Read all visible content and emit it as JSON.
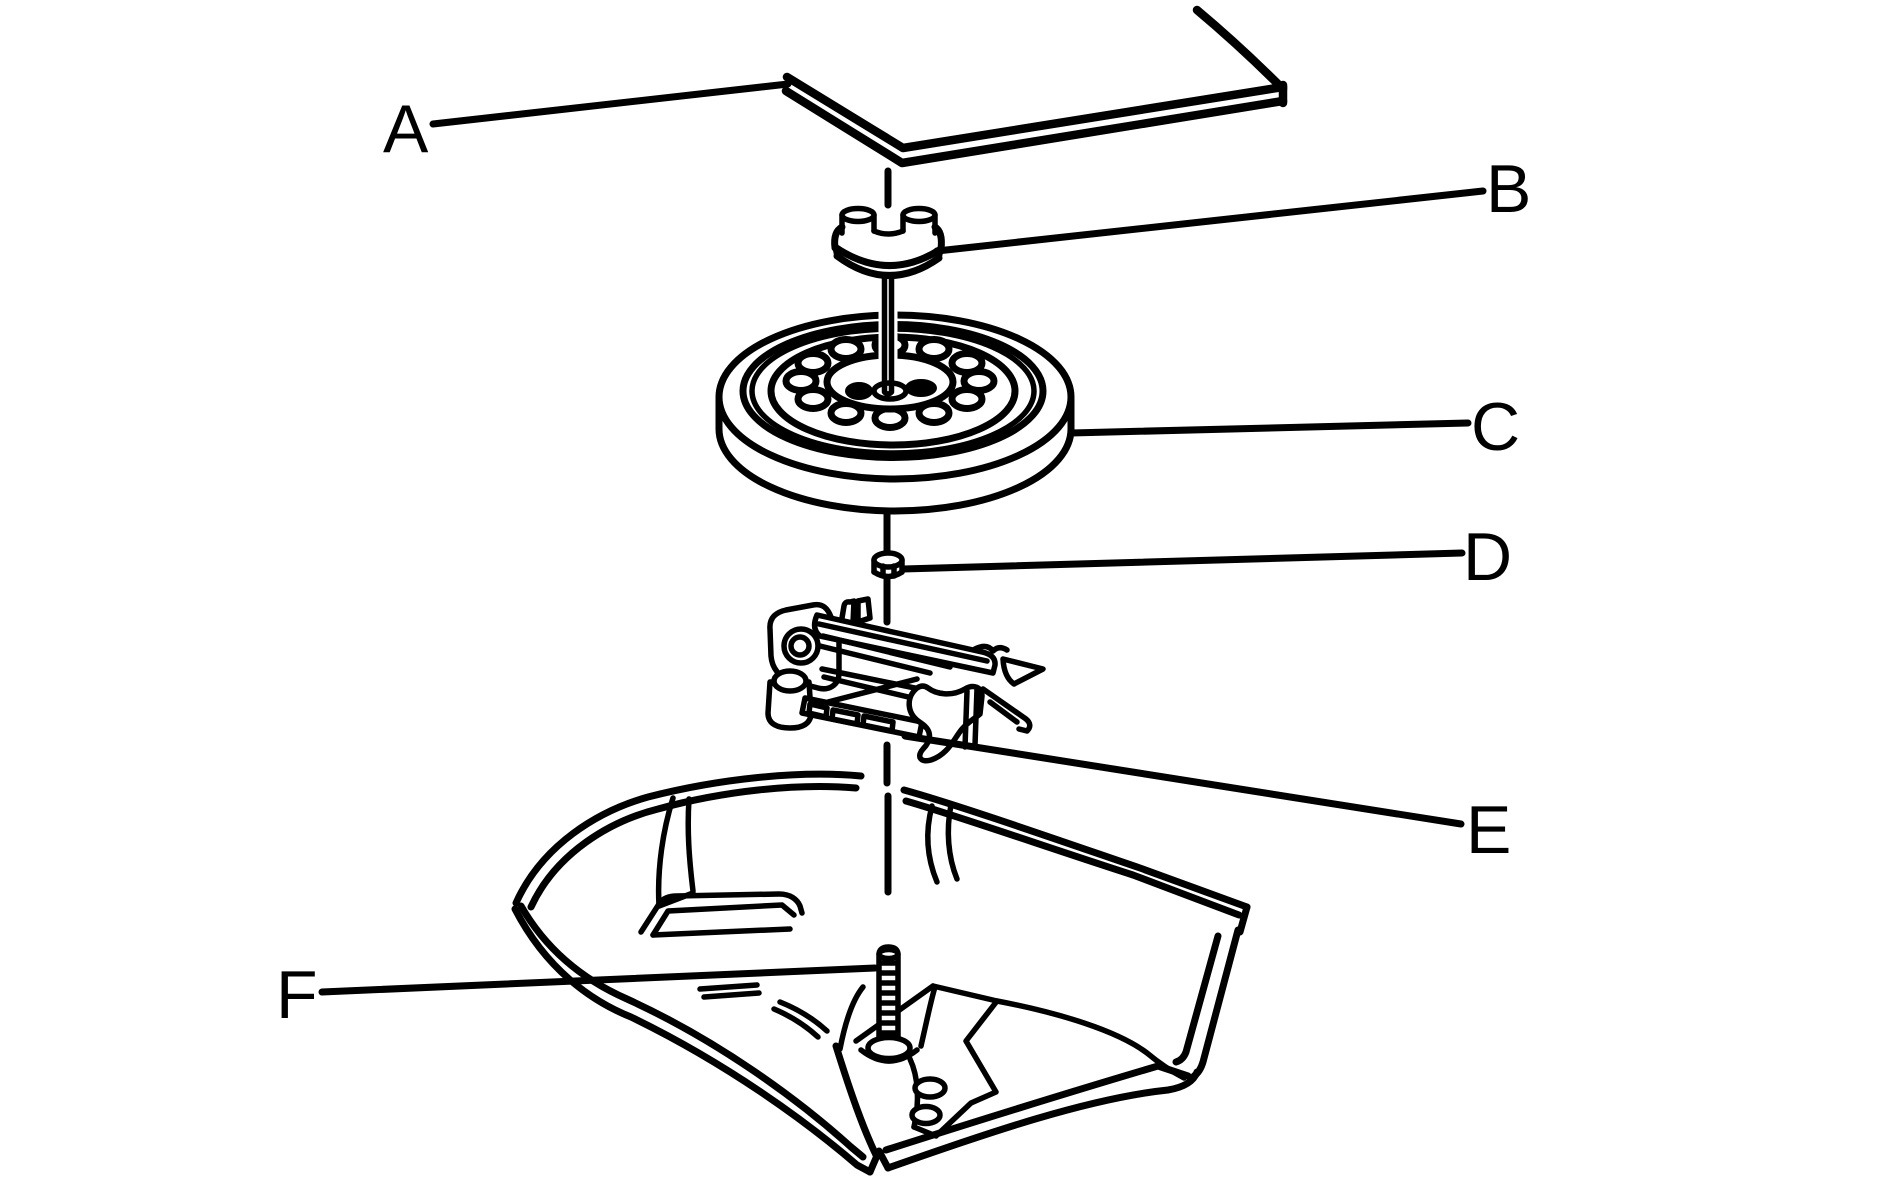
{
  "diagram": {
    "background_color": "#ffffff",
    "line_color": "#000000",
    "callouts": {
      "a": {
        "label": "A"
      },
      "b": {
        "label": "B"
      },
      "c": {
        "label": "C"
      },
      "d": {
        "label": "D"
      },
      "e": {
        "label": "E"
      },
      "f": {
        "label": "F"
      }
    }
  }
}
